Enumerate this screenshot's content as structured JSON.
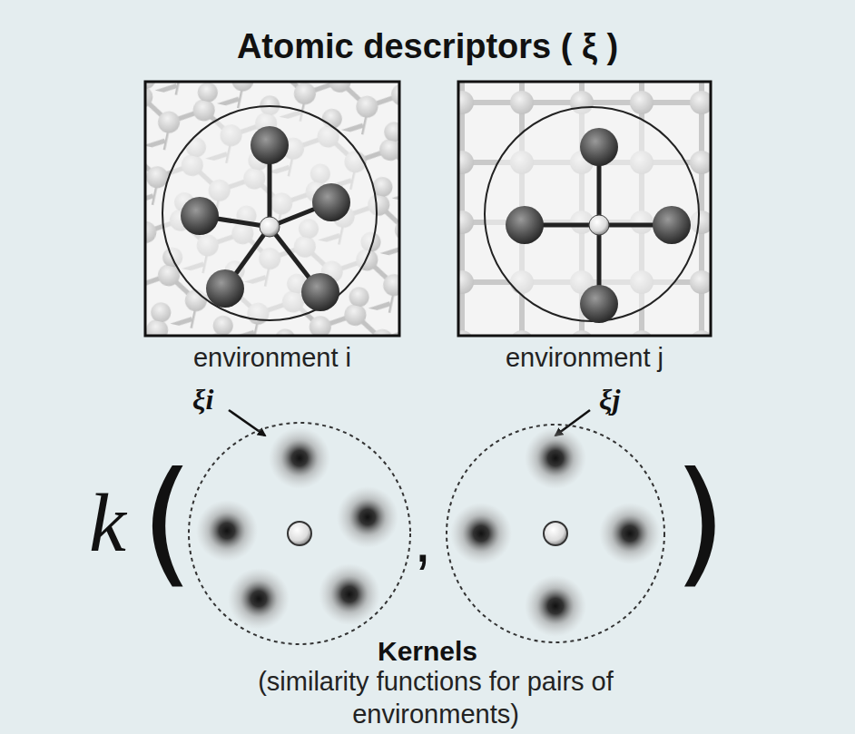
{
  "diagram": {
    "title": "Atomic descriptors ( ξ )",
    "nodes": [
      {
        "text": [
          "environment i"
        ]
      },
      {
        "text": [
          "environment j"
        ]
      }
    ],
    "labels": [
      "ξi",
      "ξj",
      "k",
      "(",
      ",",
      ")",
      "Kernels",
      "(similarity functions for pairs of environments)"
    ]
  }
}
